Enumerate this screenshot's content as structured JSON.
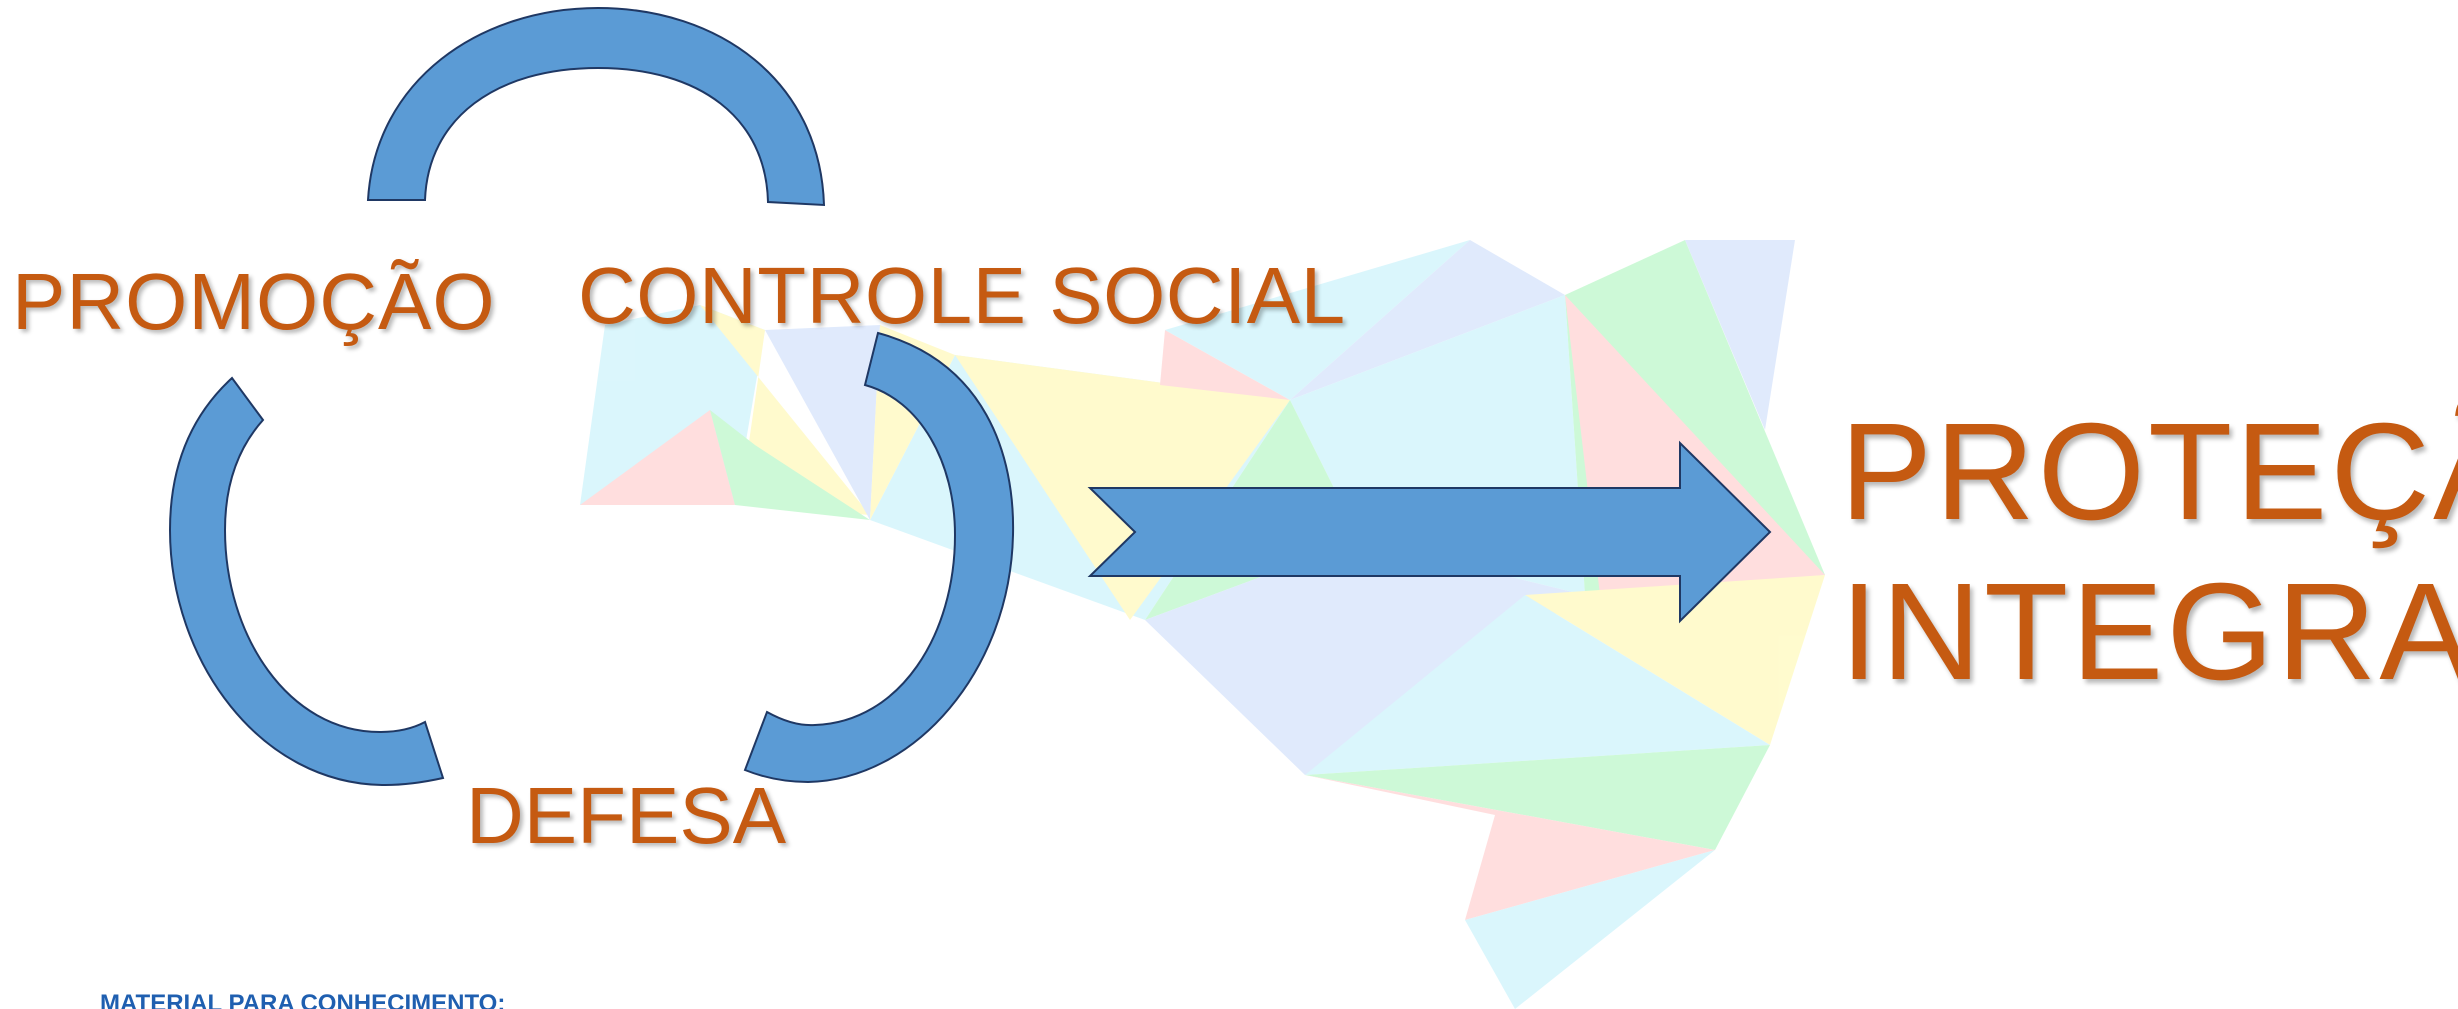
{
  "colors": {
    "label_text": "#C55A11",
    "shape_fill": "#5B9BD5",
    "shape_stroke": "#1F3864",
    "footer_text": "#1F5FB0"
  },
  "cycle": {
    "top_label": "CONTROLE SOCIAL",
    "left_label": "PROMOÇÃO",
    "bottom_label": "DEFESA"
  },
  "result": {
    "line1": "PROTEÇÃO",
    "line2": "INTEGRAL"
  },
  "footer": {
    "note": "MATERIAL PARA CONHECIMENTO:"
  }
}
